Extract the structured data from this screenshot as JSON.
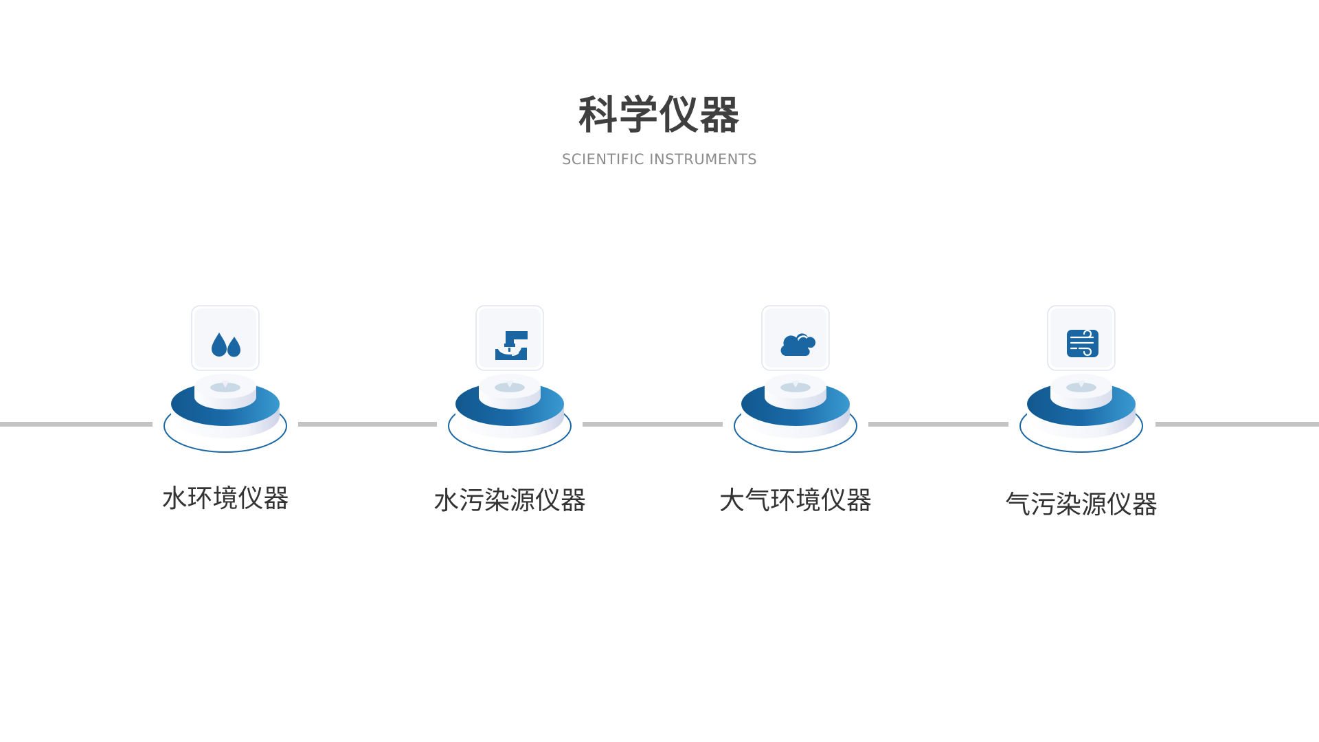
{
  "header": {
    "title": "科学仪器",
    "subtitle": "SCIENTIFIC INSTRUMENTS"
  },
  "items": [
    {
      "label": "水环境仪器",
      "icon": "water-drops-icon"
    },
    {
      "label": "水污染源仪器",
      "icon": "pipe-discharge-icon"
    },
    {
      "label": "大气环境仪器",
      "icon": "cloud-icon"
    },
    {
      "label": "气污染源仪器",
      "icon": "wind-icon"
    }
  ],
  "colors": {
    "accent": "#1a66a3",
    "accent_light": "#3a97cf",
    "line": "#c4c4c4",
    "title": "#3f3f3f",
    "subtitle": "#8c8c8c"
  }
}
